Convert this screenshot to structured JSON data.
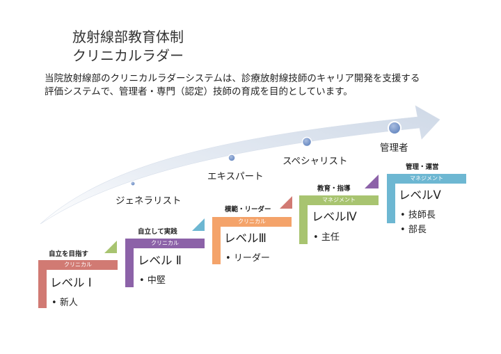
{
  "title": [
    "放射線部教育体制",
    "クリニカルラダー"
  ],
  "intro": [
    "当院放射線部のクリニカルラダーシステムは、診療放射線技師のキャリア開発を支援する",
    "評価システムで、管理者・専門（認定）技師の育成を目的としています。"
  ],
  "roles": [
    "ジェネラリスト",
    "エキスパート",
    "スペシャリスト",
    "管理者"
  ],
  "steps": [
    {
      "goal": "自立を目指す",
      "tag": "クリニカル",
      "level": "レベル Ⅰ",
      "items": [
        "新人"
      ],
      "color": "#d17a73"
    },
    {
      "goal": "自立して実践",
      "tag": "クリニカル",
      "level": "レベル Ⅱ",
      "items": [
        "中堅"
      ],
      "color": "#8c62a8"
    },
    {
      "goal": "模範・リーダー",
      "tag": "クリニカル",
      "level": "レベルⅢ",
      "items": [
        "リーダー"
      ],
      "color": "#f4a36a"
    },
    {
      "goal": "教育・指導",
      "tag": "マネジメント",
      "level": "レベルⅣ",
      "items": [
        "主任"
      ],
      "color": "#a8c470"
    },
    {
      "goal": "管理・運営",
      "tag": "マネジメント",
      "level": "レベルⅤ",
      "items": [
        "技師長",
        "部長"
      ],
      "color": "#6db7d2"
    }
  ],
  "triangle_colors": [
    "#a8c470",
    "#6db7d2",
    "#d17a73",
    "#8c62a8",
    "#8c62a8"
  ],
  "arrow_color": "#dbe3ee",
  "dot_color": "#7a99c9"
}
